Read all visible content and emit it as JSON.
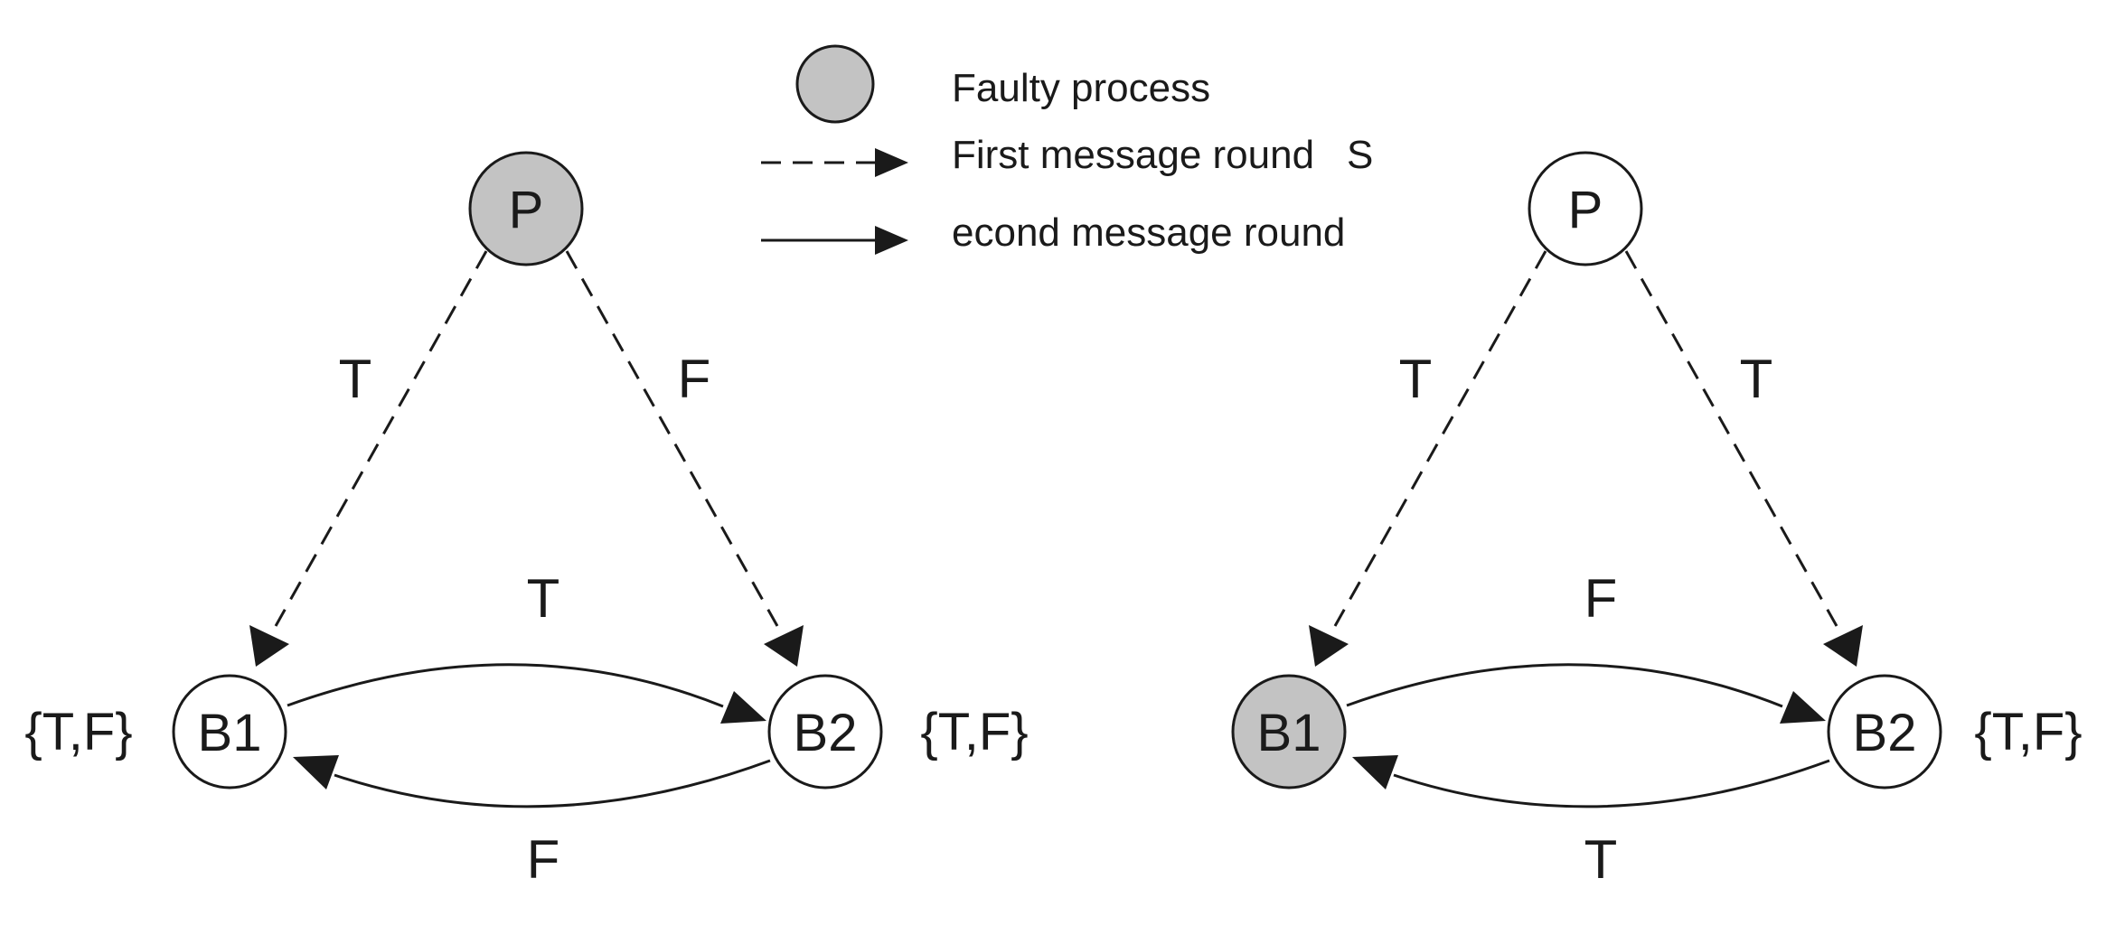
{
  "colors": {
    "faulty_fill": "#c3c3c3",
    "normal_fill": "#ffffff",
    "stroke": "#1a1a1a"
  },
  "legend": {
    "faulty_label": "Faulty process",
    "first_round_label": "First message round",
    "first_round_suffix": "S",
    "second_round_label": "econd message round"
  },
  "scenario_left": {
    "nodes": {
      "p": {
        "label": "P",
        "faulty": true
      },
      "b1": {
        "label": "B1",
        "faulty": false
      },
      "b2": {
        "label": "B2",
        "faulty": false
      }
    },
    "edges": {
      "p_to_b1": "T",
      "p_to_b2": "F",
      "b1_to_b2": "T",
      "b2_to_b1": "F"
    },
    "sets": {
      "b1": "{T,F}",
      "b2": "{T,F}"
    }
  },
  "scenario_right": {
    "nodes": {
      "p": {
        "label": "P",
        "faulty": false
      },
      "b1": {
        "label": "B1",
        "faulty": true
      },
      "b2": {
        "label": "B2",
        "faulty": false
      }
    },
    "edges": {
      "p_to_b1": "T",
      "p_to_b2": "T",
      "b1_to_b2": "F",
      "b2_to_b1": "T"
    },
    "sets": {
      "b2": "{T,F}"
    }
  }
}
